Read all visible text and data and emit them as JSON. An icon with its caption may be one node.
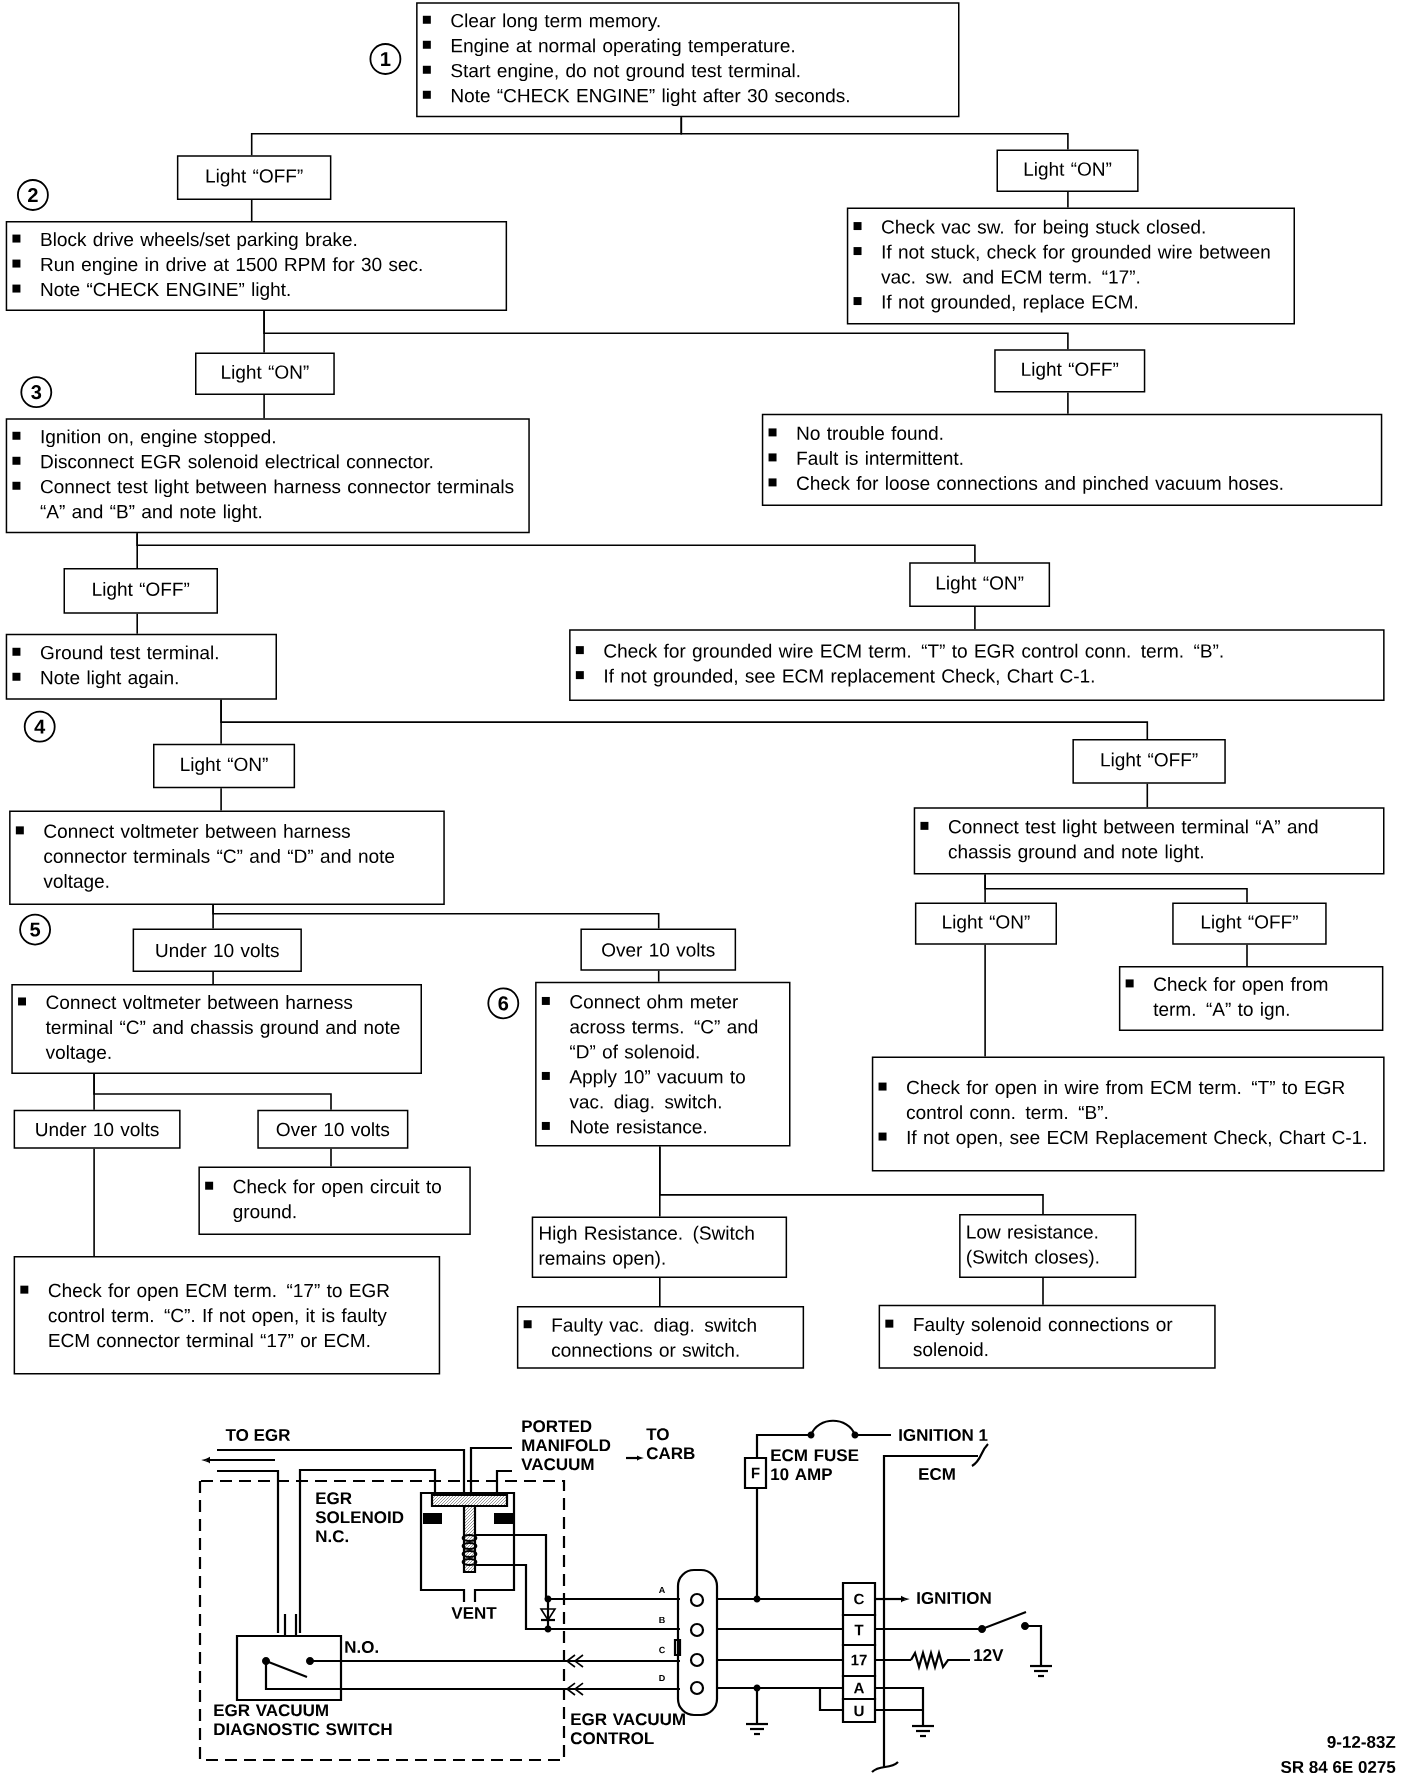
{
  "diagram": {
    "nodes": [
      {
        "text": [
          "Clear long term memory.",
          "Engine at normal operating temperature.",
          "Start engine, do not ground test terminal.",
          "Note “CHECK ENGINE” light after 30 seconds."
        ]
      },
      {
        "text": [
          "Light “OFF”"
        ]
      },
      {
        "text": [
          "Light “ON”"
        ]
      },
      {
        "text": [
          "Block drive wheels/set parking brake.",
          "Run engine in drive at 1500 RPM for 30 sec.",
          "Note “CHECK ENGINE” light."
        ]
      },
      {
        "text": [
          "Check vac sw. for being stuck closed.",
          "If not stuck, check for grounded wire between vac. sw. and ECM term. “17”.",
          "If not grounded, replace ECM."
        ]
      },
      {
        "text": [
          "Light “ON”"
        ]
      },
      {
        "text": [
          "Light “OFF”"
        ]
      },
      {
        "text": [
          "Ignition on, engine stopped.",
          "Disconnect EGR solenoid electrical connector.",
          "Connect test light between harness connector terminals “A” and “B” and note light."
        ]
      },
      {
        "text": [
          "No trouble found.",
          "Fault is intermittent.",
          "Check for loose connections and pinched vacuum hoses."
        ]
      },
      {
        "text": [
          "Light “OFF”"
        ]
      },
      {
        "text": [
          "Light “ON”"
        ]
      },
      {
        "text": [
          "Ground test terminal.",
          "Note light again."
        ]
      },
      {
        "text": [
          "Check for grounded wire ECM term. “T” to EGR control conn. term. “B”.",
          "If not grounded, see ECM replacement Check, Chart C-1."
        ]
      },
      {
        "text": [
          "Light “ON”"
        ]
      },
      {
        "text": [
          "Light “OFF”"
        ]
      },
      {
        "text": [
          "Connect voltmeter between harness connector terminals “C” and “D” and note voltage."
        ]
      },
      {
        "text": [
          "Connect test light between terminal “A” and chassis ground and note light."
        ]
      },
      {
        "text": [
          "Under 10 volts"
        ]
      },
      {
        "text": [
          "Over 10 volts"
        ]
      },
      {
        "text": [
          "Light “ON”"
        ]
      },
      {
        "text": [
          "Light “OFF”"
        ]
      },
      {
        "text": [
          "Connect voltmeter between harness terminal “C” and chassis ground and note voltage."
        ]
      },
      {
        "text": [
          "Connect ohm meter across terms. “C” and “D” of solenoid.",
          "Apply 10” vacuum to vac. diag. switch.",
          "Note resistance."
        ]
      },
      {
        "text": [
          "Check for open from term. “A” to ign."
        ]
      },
      {
        "text": [
          "Under 10 volts"
        ]
      },
      {
        "text": [
          "Over 10 volts"
        ]
      },
      {
        "text": [
          "Check for open in wire from ECM term. “T” to EGR control conn. term. “B”.",
          "If not open, see ECM Replacement Check, Chart C-1."
        ]
      },
      {
        "text": [
          "Check for open circuit to ground."
        ]
      },
      {
        "text": [
          "High Resistance. (Switch remains open)."
        ]
      },
      {
        "text": [
          "Low resistance. (Switch closes)."
        ]
      },
      {
        "text": [
          "Check for open ECM term. “17” to EGR control term. “C”. If not open, it is faulty ECM connector terminal “17” or ECM."
        ]
      },
      {
        "text": [
          "Faulty vac. diag. switch connections or switch."
        ]
      },
      {
        "text": [
          "Faulty solenoid connections or solenoid."
        ]
      }
    ],
    "edges": [
      {
        "from": 0,
        "to": 1,
        "arrow": "none"
      },
      {
        "from": 0,
        "to": 2,
        "arrow": "none"
      },
      {
        "from": 1,
        "to": 3,
        "arrow": "none"
      },
      {
        "from": 2,
        "to": 4,
        "arrow": "none"
      },
      {
        "from": 3,
        "to": 5,
        "arrow": "none"
      },
      {
        "from": 3,
        "to": 6,
        "arrow": "none"
      },
      {
        "from": 5,
        "to": 7,
        "arrow": "none"
      },
      {
        "from": 6,
        "to": 8,
        "arrow": "none"
      },
      {
        "from": 7,
        "to": 9,
        "arrow": "none"
      },
      {
        "from": 7,
        "to": 10,
        "arrow": "none"
      },
      {
        "from": 9,
        "to": 11,
        "arrow": "none"
      },
      {
        "from": 10,
        "to": 12,
        "arrow": "none"
      },
      {
        "from": 11,
        "to": 13,
        "arrow": "none"
      },
      {
        "from": 11,
        "to": 14,
        "arrow": "none"
      },
      {
        "from": 13,
        "to": 15,
        "arrow": "none"
      },
      {
        "from": 14,
        "to": 16,
        "arrow": "none"
      },
      {
        "from": 15,
        "to": 17,
        "arrow": "none"
      },
      {
        "from": 15,
        "to": 18,
        "arrow": "none"
      },
      {
        "from": 16,
        "to": 19,
        "arrow": "none"
      },
      {
        "from": 16,
        "to": 20,
        "arrow": "none"
      },
      {
        "from": 17,
        "to": 21,
        "arrow": "none"
      },
      {
        "from": 18,
        "to": 22,
        "arrow": "none"
      },
      {
        "from": 20,
        "to": 23,
        "arrow": "none"
      },
      {
        "from": 19,
        "to": 26,
        "arrow": "none"
      },
      {
        "from": 21,
        "to": 24,
        "arrow": "none"
      },
      {
        "from": 21,
        "to": 25,
        "arrow": "none"
      },
      {
        "from": 25,
        "to": 27,
        "arrow": "none"
      },
      {
        "from": 24,
        "to": 30,
        "arrow": "none"
      },
      {
        "from": 22,
        "to": 28,
        "arrow": "none"
      },
      {
        "from": 22,
        "to": 29,
        "arrow": "none"
      },
      {
        "from": 28,
        "to": 31,
        "arrow": "none"
      },
      {
        "from": 29,
        "to": 32,
        "arrow": "none"
      }
    ],
    "labels": [
      "1",
      "2",
      "3",
      "4",
      "5",
      "6",
      "TO EGR",
      "PORTED MANIFOLD VACUUM",
      "TO CARB",
      "IGNITION 1",
      "ECM FUSE 10 AMP",
      "F",
      "ECM",
      "EGR SOLENOID N.C.",
      "A",
      "C",
      "IGNITION",
      "VENT",
      "B",
      "T",
      "N.O.",
      "C",
      "17",
      "12V",
      "D",
      "A",
      "U",
      "EGR VACUUM DIAGNOSTIC SWITCH",
      "EGR VACUUM CONTROL",
      "9-12-83Z",
      "SR 84 6E 0275"
    ]
  }
}
